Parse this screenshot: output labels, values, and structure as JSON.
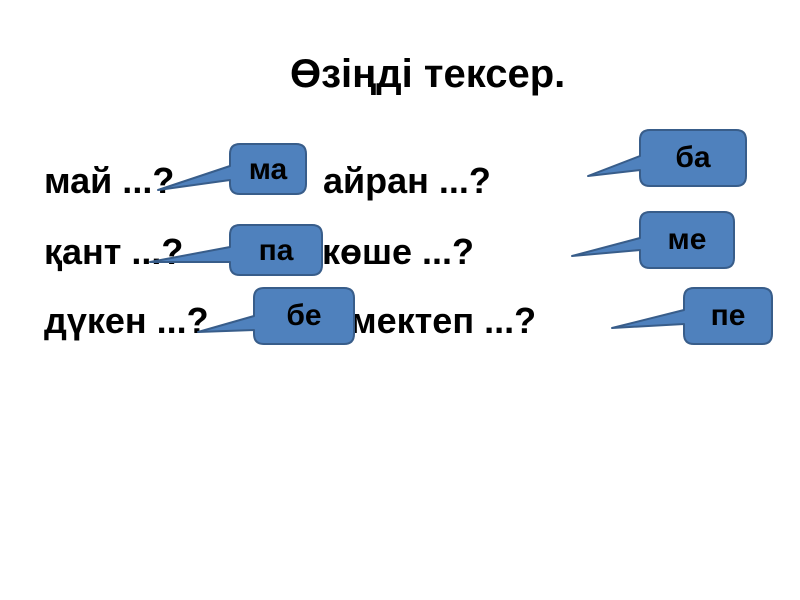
{
  "title": "Өзіңді тексер.",
  "words": [
    "май ...?",
    "айран ...?",
    "қант ...?",
    "көше ...?",
    "дүкен ...?",
    "мектеп ...?"
  ],
  "answers": [
    "ма",
    "ба",
    "па",
    "ме",
    "бе",
    "пе"
  ],
  "colors": {
    "callout_fill": "#4F81BD",
    "callout_stroke": "#385D8A",
    "text": "#000000",
    "background": "#FFFFFF"
  }
}
